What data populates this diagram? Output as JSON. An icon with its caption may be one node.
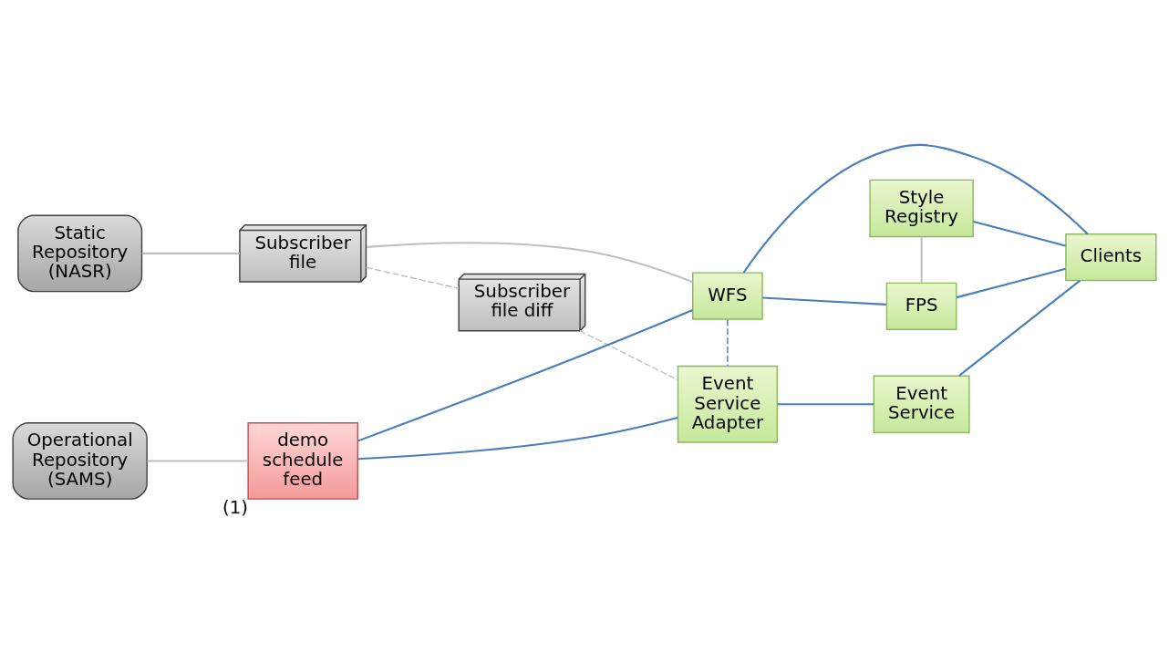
{
  "diagram": {
    "nodes": [
      {
        "text": [
          "Static Repository (NASR)"
        ]
      },
      {
        "text": [
          "Subscriber file"
        ]
      },
      {
        "text": [
          "WFS"
        ]
      },
      {
        "text": [
          "Style Registry"
        ]
      },
      {
        "text": [
          "FPS"
        ]
      },
      {
        "text": [
          "Subscriber file diff"
        ]
      },
      {
        "text": [
          "Clients"
        ]
      },
      {
        "text": [
          "Operational Repository (SAMS)"
        ]
      },
      {
        "text": [
          "demo schedule feed"
        ],
        "beside": [
          "(1)"
        ]
      },
      {
        "text": [
          "Event Service Adapter"
        ]
      },
      {
        "text": [
          "Event Service"
        ]
      }
    ],
    "edges": [
      {
        "from": 0,
        "to": 1,
        "arrow": "none",
        "color": "#bfbfbf"
      },
      {
        "from": 1,
        "to": 2,
        "arrow": "none",
        "color": "#bfbfbf"
      },
      {
        "from": 2,
        "to": 4,
        "arrow": "none"
      },
      {
        "from": 3,
        "to": 4,
        "arrow": "none",
        "color": "#bfbfbf"
      },
      {
        "from": 3,
        "to": 6,
        "arrow": "none"
      },
      {
        "from": 4,
        "to": 6,
        "arrow": "none"
      },
      {
        "from": 2,
        "to": 6,
        "arrow": "none"
      },
      {
        "from": 1,
        "to": 5,
        "arrow": "none",
        "style": "dashed",
        "color": "#bfbfbf"
      },
      {
        "from": 5,
        "to": 9,
        "arrow": "none",
        "style": "dashed",
        "color": "#bfbfbf"
      },
      {
        "from": 2,
        "to": 9,
        "arrow": "none",
        "style": "dashed"
      },
      {
        "from": 8,
        "to": 2,
        "arrow": "none"
      },
      {
        "from": 7,
        "to": 8,
        "arrow": "none",
        "color": "#bfbfbf"
      },
      {
        "from": 8,
        "to": 9,
        "arrow": "none"
      },
      {
        "from": 9,
        "to": 10,
        "arrow": "none"
      },
      {
        "from": 10,
        "to": 6,
        "arrow": "none"
      }
    ]
  }
}
